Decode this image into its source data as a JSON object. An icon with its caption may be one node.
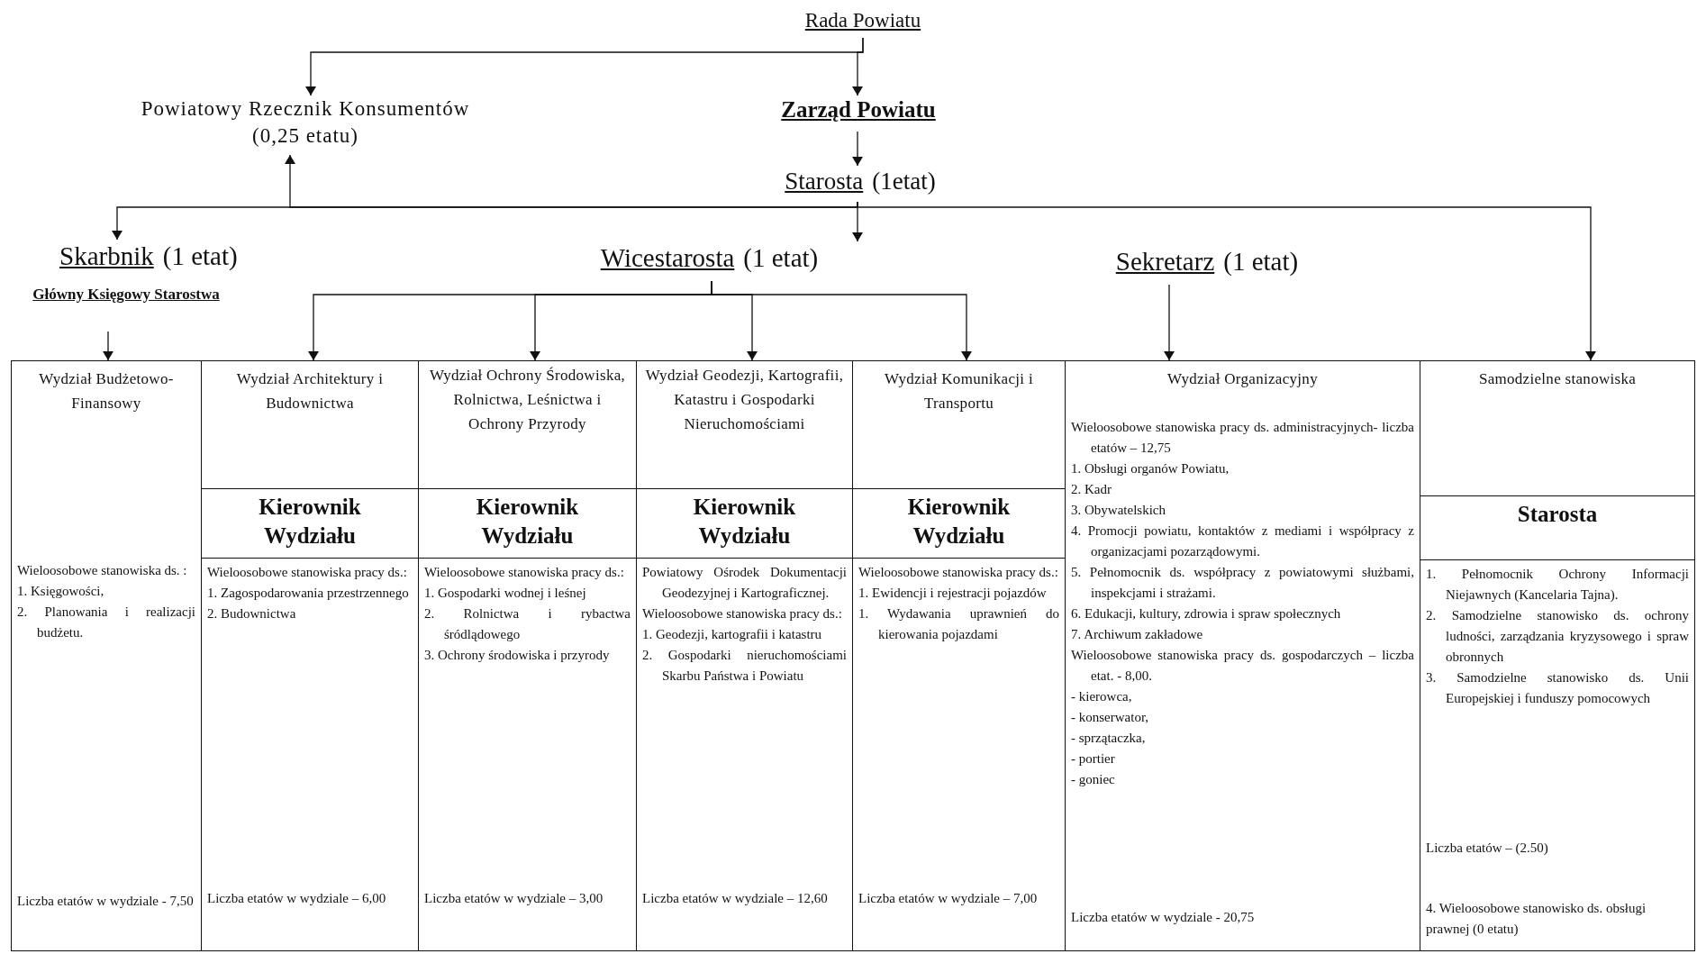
{
  "diagram": {
    "nodes": [
      {
        "text": [
          "Rada Powiatu"
        ]
      },
      {
        "text": [
          "Powiatowy Rzecznik Konsumentów (0,25 etatu)"
        ]
      },
      {
        "text": [
          "Zarząd Powiatu"
        ]
      },
      {
        "text": [
          "Starosta",
          "(1etat)"
        ]
      },
      {
        "text": [
          "Skarbnik",
          "(1 etat)",
          "Główny Księgowy Starostwa"
        ]
      },
      {
        "text": [
          "Wicestarosta",
          "(1 etat)"
        ]
      },
      {
        "text": [
          "Sekretarz",
          "(1 etat)"
        ]
      },
      {
        "text": [
          "Wydział Budżetowo-Finansowy",
          "Wieloosobowe stanowiska ds. :",
          "1. Księgowości,",
          "2. Planowania i realizacji budżetu.",
          "Liczba etatów w wydziale - 7,50"
        ]
      },
      {
        "text": [
          "Wydział Architektury i Budownictwa",
          "Wieloosobowe stanowiska pracy ds.:",
          "1. Zagospodarowania przestrzennego",
          "2. Budownictwa",
          "Liczba etatów w wydziale – 6,00"
        ]
      },
      {
        "text": [
          "Kierownik Wydziału"
        ],
        "in": 8
      },
      {
        "text": [
          "Wydział Ochrony Środowiska, Rolnictwa, Leśnictwa i Ochrony Przyrody",
          "Wieloosobowe stanowiska pracy ds.:",
          "1. Gospodarki wodnej i leśnej",
          "2. Rolnictwa i rybactwa śródlądowego",
          "3. Ochrony środowiska i przyrody",
          "Liczba etatów w wydziale – 3,00"
        ]
      },
      {
        "text": [
          "Kierownik Wydziału"
        ],
        "in": 10
      },
      {
        "text": [
          "Wydział Geodezji, Kartografii, Katastru i Gospodarki Nieruchomościami",
          "Powiatowy Ośrodek Dokumentacji Geodezyjnej i Kartograficznej.",
          "Wieloosobowe stanowiska pracy ds.:",
          "1. Geodezji, kartografii i katastru",
          "2. Gospodarki nieruchomościami Skarbu Państwa i Powiatu",
          "Liczba etatów w wydziale – 12,60"
        ]
      },
      {
        "text": [
          "Kierownik Wydziału"
        ],
        "in": 12
      },
      {
        "text": [
          "Wydział Komunikacji i Transportu",
          "Wieloosobowe stanowiska pracy ds.:",
          "1. Ewidencji i rejestracji pojazdów",
          "1. Wydawania uprawnień do kierowania pojazdami",
          "Liczba etatów w wydziale – 7,00"
        ]
      },
      {
        "text": [
          "Kierownik Wydziału"
        ],
        "in": 14
      },
      {
        "text": [
          "Wydział Organizacyjny",
          "Wieloosobowe stanowiska pracy ds. administracyjnych- liczba etatów – 12,75",
          "1. Obsługi organów Powiatu,",
          "2. Kadr",
          "3. Obywatelskich",
          "4. Promocji powiatu, kontaktów z mediami i współpracy z organizacjami pozarządowymi.",
          "5. Pełnomocnik ds. współpracy z powiatowymi służbami, inspekcjami i strażami.",
          "6. Edukacji, kultury, zdrowia i spraw społecznych",
          "7. Archiwum zakładowe",
          "Wieloosobowe stanowiska pracy ds. gospodarczych – liczba etat. - 8,00.",
          "- kierowca,",
          "- konserwator,",
          "- sprzątaczka,",
          "- portier",
          "- goniec",
          "Liczba etatów w wydziale - 20,75"
        ]
      },
      {
        "text": [
          "Samodzielne stanowiska",
          "1. Pełnomocnik Ochrony Informacji Niejawnych (Kancelaria Tajna).",
          "2. Samodzielne stanowisko ds. ochrony ludności, zarządzania kryzysowego i spraw obronnych",
          "3. Samodzielne stanowisko ds. Unii Europejskiej i funduszy pomocowych",
          "Liczba etatów – (2.50)",
          "4. Wieloosobowe stanowisko ds. obsługi prawnej (0 etatu)"
        ]
      },
      {
        "text": [
          "Starosta"
        ],
        "in": 17
      }
    ],
    "edges": [
      {
        "from": 0,
        "to": 1,
        "arrow": "to"
      },
      {
        "from": 0,
        "to": 2,
        "arrow": "to"
      },
      {
        "from": 2,
        "to": 3,
        "arrow": "to"
      },
      {
        "from": 3,
        "to": 1,
        "arrow": "to"
      },
      {
        "from": 3,
        "to": 4,
        "arrow": "to"
      },
      {
        "from": 3,
        "to": 5,
        "arrow": "to"
      },
      {
        "from": 3,
        "to": 17,
        "arrow": "to"
      },
      {
        "from": 4,
        "to": 7,
        "arrow": "to"
      },
      {
        "from": 5,
        "to": 8,
        "arrow": "to"
      },
      {
        "from": 5,
        "to": 10,
        "arrow": "to"
      },
      {
        "from": 5,
        "to": 12,
        "arrow": "to"
      },
      {
        "from": 5,
        "to": 14,
        "arrow": "to"
      },
      {
        "from": 6,
        "to": 16,
        "arrow": "to"
      }
    ]
  }
}
